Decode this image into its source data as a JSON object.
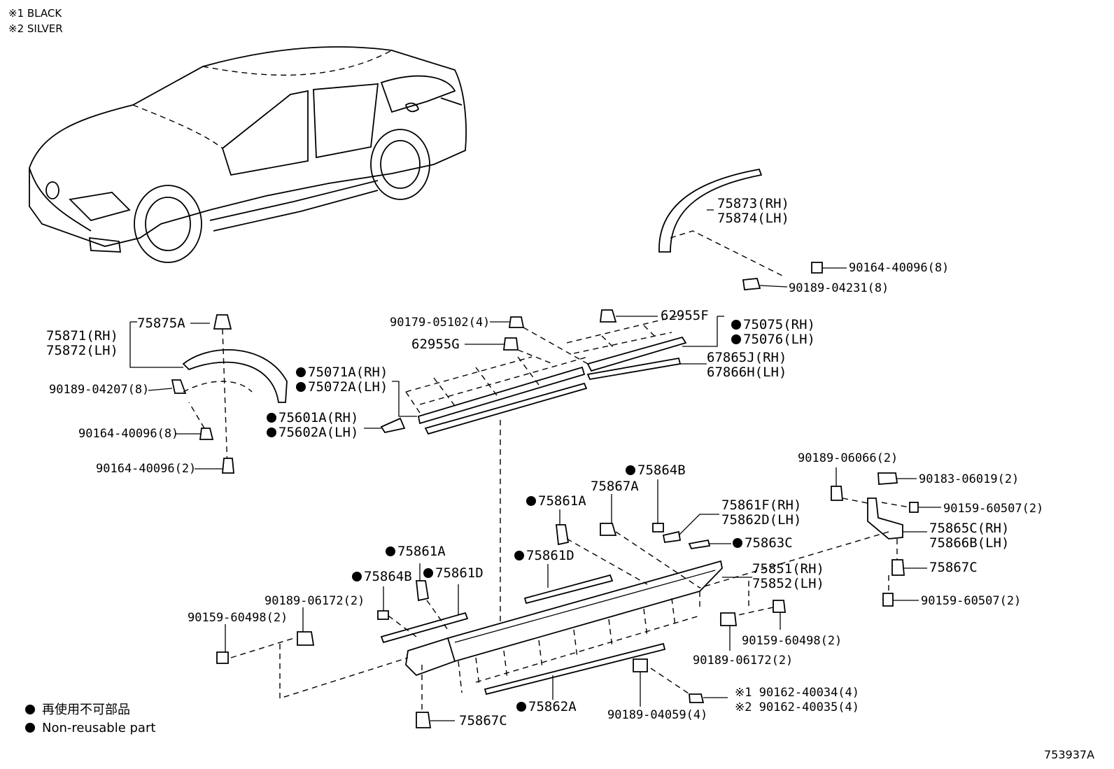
{
  "notes": [
    "※1 BLACK",
    "※2 SILVER"
  ],
  "legend": [
    "再使用不可部品",
    "Non-reusable part"
  ],
  "diagram_id": "753937A",
  "colors": {
    "line": "#000000",
    "background": "#ffffff"
  },
  "callouts": {
    "c75873": "75873(RH)",
    "c75874": "75874(LH)",
    "c90164_8_top": "90164-40096(8)",
    "c90189_04231": "90189-04231(8)",
    "c75875A": "75875A",
    "c75871": "75871(RH)",
    "c75872": "75872(LH)",
    "c90189_04207": "90189-04207(8)",
    "c90164_8_left": "90164-40096(8)",
    "c90164_2": "90164-40096(2)",
    "c90179": "90179-05102(4)",
    "c62955F": "62955F",
    "c62955G": "62955G",
    "c75075": "75075(RH)",
    "c75076": "75076(LH)",
    "c67865J": "67865J(RH)",
    "c67866H": "67866H(LH)",
    "c75071A": "75071A(RH)",
    "c75072A": "75072A(LH)",
    "c75601A": "75601A(RH)",
    "c75602A": "75602A(LH)",
    "c90189_06066": "90189-06066(2)",
    "c90183": "90183-06019(2)",
    "c90159_60507_a": "90159-60507(2)",
    "c75865C": "75865C(RH)",
    "c75866B": "75866B(LH)",
    "c75867C_right": "75867C",
    "c90159_60507_b": "90159-60507(2)",
    "c75864B_top": "75864B",
    "c75867A": "75867A",
    "c75861A_top": "75861A",
    "c75861F": "75861F(RH)",
    "c75862D": "75862D(LH)",
    "c75863C": "75863C",
    "c75861D_mid": "75861D",
    "c75851": "75851(RH)",
    "c75852": "75852(LH)",
    "c75861A_left": "75861A",
    "c75864B_left": "75864B",
    "c75861D_left": "75861D",
    "c90189_06172_left": "90189-06172(2)",
    "c90159_60498_left": "90159-60498(2)",
    "c90159_60498_right": "90159-60498(2)",
    "c90189_06172_right": "90189-06172(2)",
    "c90162_40034": "※1 90162-40034(4)",
    "c90162_40035": "※2 90162-40035(4)",
    "c90189_04059": "90189-04059(4)",
    "c75862A": "75862A",
    "c75867C_bottom": "75867C"
  }
}
